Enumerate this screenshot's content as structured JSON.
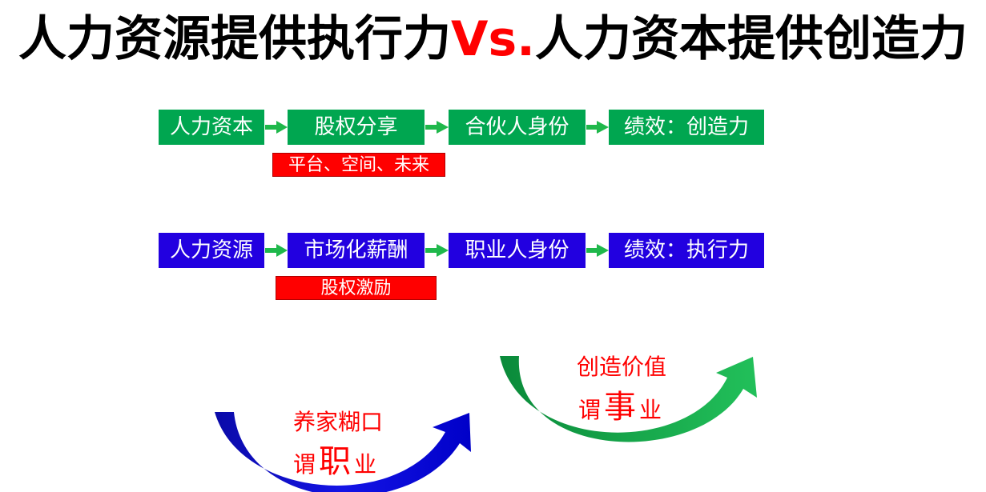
{
  "title": {
    "left": "人力资源提供执行力",
    "vs": "Vs.",
    "right": "人力资本提供创造力"
  },
  "colors": {
    "green": "#00a650",
    "blue": "#2200e0",
    "red": "#ff0000",
    "arrow_green": "#1fb84b"
  },
  "row_capital": {
    "steps": [
      "人力资本",
      "股权分享",
      "合伙人身份",
      "绩效：创造力"
    ],
    "tag": "平台、空间、未来"
  },
  "row_resource": {
    "steps": [
      "人力资源",
      "市场化薪酬",
      "职业人身份",
      "绩效：执行力"
    ],
    "tag": "股权激励"
  },
  "curve_job": {
    "line1": "养家糊口",
    "line2_a": "谓",
    "line2_b": "职",
    "line2_c": "业"
  },
  "curve_career": {
    "line1": "创造价值",
    "line2_a": "谓",
    "line2_b": "事",
    "line2_c": "业"
  }
}
